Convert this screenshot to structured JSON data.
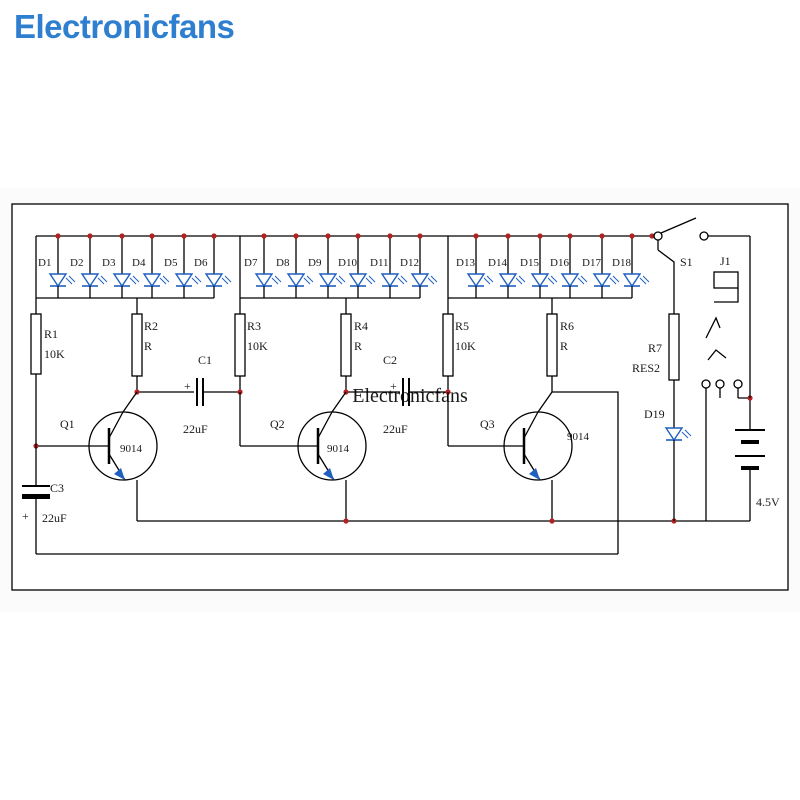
{
  "brand": "Electronicfans",
  "watermark": "Electronicfans",
  "leds_group1": [
    "D1",
    "D2",
    "D3",
    "D4",
    "D5",
    "D6"
  ],
  "leds_group2": [
    "D7",
    "D8",
    "D9",
    "D10",
    "D11",
    "D12"
  ],
  "leds_group3": [
    "D13",
    "D14",
    "D15",
    "D16",
    "D17",
    "D18"
  ],
  "resistors": [
    {
      "name": "R1",
      "value": "10K"
    },
    {
      "name": "R2",
      "value": "R"
    },
    {
      "name": "R3",
      "value": "10K"
    },
    {
      "name": "R4",
      "value": "R"
    },
    {
      "name": "R5",
      "value": "10K"
    },
    {
      "name": "R6",
      "value": "R"
    },
    {
      "name": "R7",
      "value": "RES2"
    }
  ],
  "capacitors": [
    {
      "name": "C1",
      "value": "22uF"
    },
    {
      "name": "C2",
      "value": "22uF"
    },
    {
      "name": "C3",
      "value": "22uF"
    }
  ],
  "transistors": [
    {
      "name": "Q1",
      "model": "9014"
    },
    {
      "name": "Q2",
      "model": "9014"
    },
    {
      "name": "Q3",
      "model": "9014"
    }
  ],
  "indicator_led": "D19",
  "switch": "S1",
  "jack": "J1",
  "battery": "4.5V",
  "colors": {
    "wire": "#000000",
    "node": "#b22222",
    "diode": "#1f5fbf",
    "brand": "#2f7fd0"
  }
}
